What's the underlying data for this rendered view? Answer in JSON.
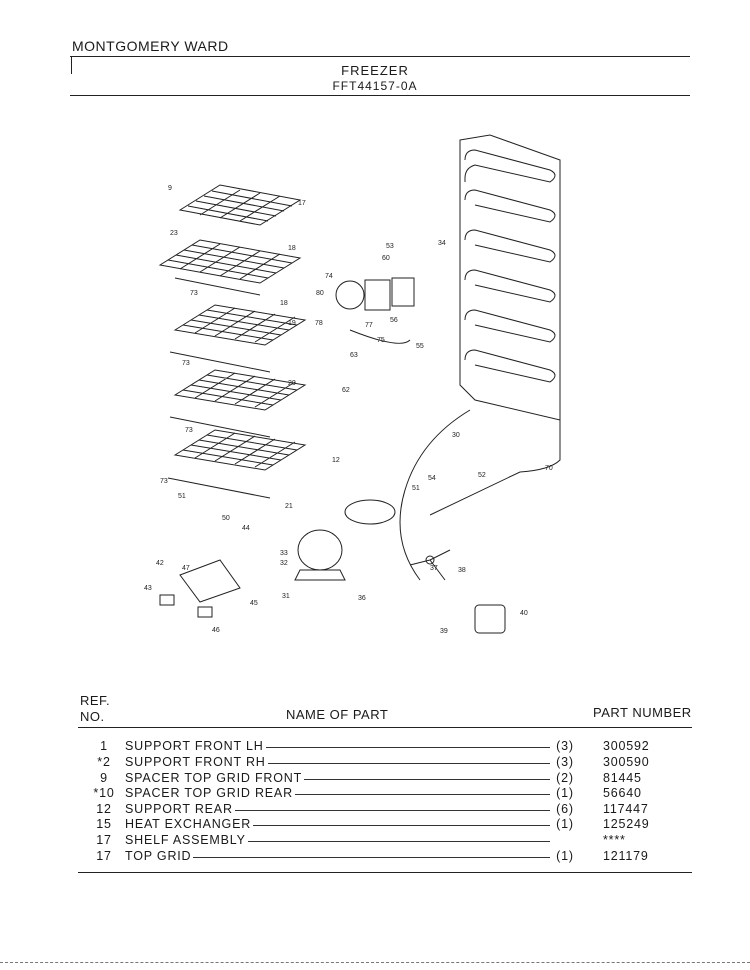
{
  "header": {
    "brand": "MONTGOMERY WARD",
    "title": "FREEZER",
    "model": "FFT44157-0A"
  },
  "diagram_labels": [
    "9",
    "17",
    "23",
    "18",
    "73",
    "18",
    "19",
    "73",
    "20",
    "73",
    "12",
    "73",
    "21",
    "51",
    "50",
    "44",
    "47",
    "42",
    "43",
    "45",
    "46",
    "53",
    "60",
    "74",
    "80",
    "78",
    "77",
    "56",
    "75",
    "55",
    "63",
    "62",
    "34",
    "30",
    "70",
    "54",
    "52",
    "51",
    "33",
    "32",
    "31",
    "38",
    "37",
    "36",
    "39",
    "40"
  ],
  "table": {
    "ref_header_1": "REF.",
    "ref_header_2": "NO.",
    "name_header": "NAME OF PART",
    "part_header": "PART NUMBER",
    "rows": [
      {
        "ref": "1",
        "name": "SUPPORT FRONT LH",
        "qty": "(3)",
        "part": "300592"
      },
      {
        "ref": "*2",
        "name": "SUPPORT FRONT RH",
        "qty": "(3)",
        "part": "300590"
      },
      {
        "ref": "9",
        "name": "SPACER TOP GRID FRONT",
        "qty": "(2)",
        "part": "81445"
      },
      {
        "ref": "*10",
        "name": "SPACER TOP GRID REAR",
        "qty": "(1)",
        "part": "56640"
      },
      {
        "ref": "12",
        "name": "SUPPORT REAR",
        "qty": "(6)",
        "part": "117447"
      },
      {
        "ref": "15",
        "name": "HEAT EXCHANGER",
        "qty": "(1)",
        "part": "125249"
      },
      {
        "ref": "17",
        "name": "SHELF ASSEMBLY",
        "qty": "",
        "part": "****"
      },
      {
        "ref": "17",
        "name": "TOP GRID",
        "qty": "(1)",
        "part": "121179"
      }
    ]
  }
}
